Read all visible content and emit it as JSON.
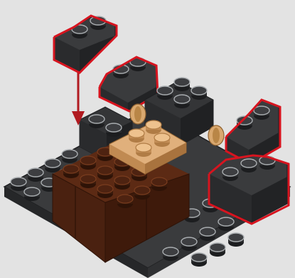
{
  "colors": {
    "background": "#e3e3e3",
    "dark_gray": "#3a3b3d",
    "dark_gray_shade": "#242527",
    "dark_gray_light": "#4c4d50",
    "stud_edge": "#9fa3a6",
    "reddish_brown": "#5c2a14",
    "reddish_brown_shade": "#3e1a0b",
    "reddish_brown_light": "#74381c",
    "tan": "#e0b07c",
    "tan_shade": "#b9854f",
    "highlight_outline": "#d7141f",
    "arrow": "#b11a20"
  },
  "parts": {
    "baseplate": "dark-bluish-gray-plate",
    "brown_bricks": "reddish-brown-2x2-bricks",
    "tan_plate": "tan-2x2-plate",
    "slopes": "dark-bluish-gray-slope-bricks",
    "new_parts_highlight": "red-outline",
    "placement_arrow": "down-arrow"
  }
}
